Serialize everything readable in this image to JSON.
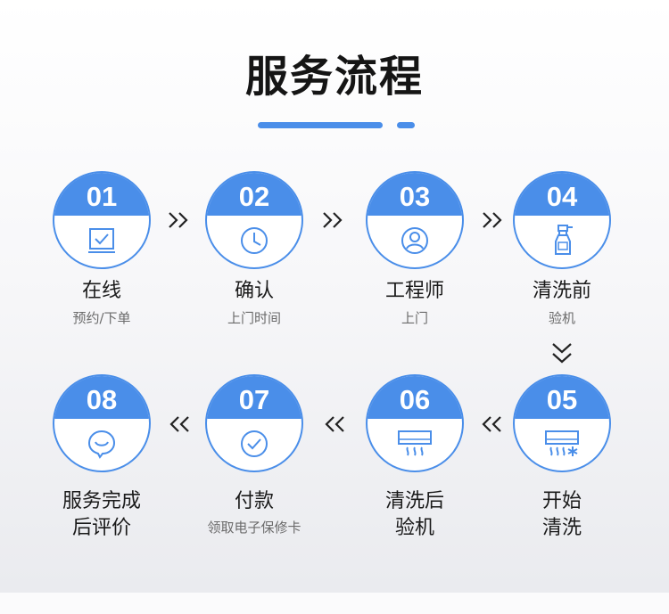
{
  "title": "服务流程",
  "accent_color": "#4a8ee9",
  "steps": [
    {
      "num": "01",
      "label": "在线",
      "sub": "预约/下单",
      "icon": "monitor-check-icon"
    },
    {
      "num": "02",
      "label": "确认",
      "sub": "上门时间",
      "icon": "clock-icon"
    },
    {
      "num": "03",
      "label": "工程师",
      "sub": "上门",
      "icon": "user-icon"
    },
    {
      "num": "04",
      "label": "清洗前",
      "sub": "验机",
      "icon": "spray-bottle-icon"
    },
    {
      "num": "05",
      "label": "开始",
      "sub": "清洗",
      "icon": "air-conditioner-cold-icon"
    },
    {
      "num": "06",
      "label": "清洗后",
      "sub": "验机",
      "icon": "air-conditioner-heat-icon"
    },
    {
      "num": "07",
      "label": "付款",
      "sub": "领取电子保修卡",
      "icon": "check-circle-icon"
    },
    {
      "num": "08",
      "label": "服务完成",
      "sub": "后评价",
      "icon": "smile-chat-icon"
    }
  ]
}
